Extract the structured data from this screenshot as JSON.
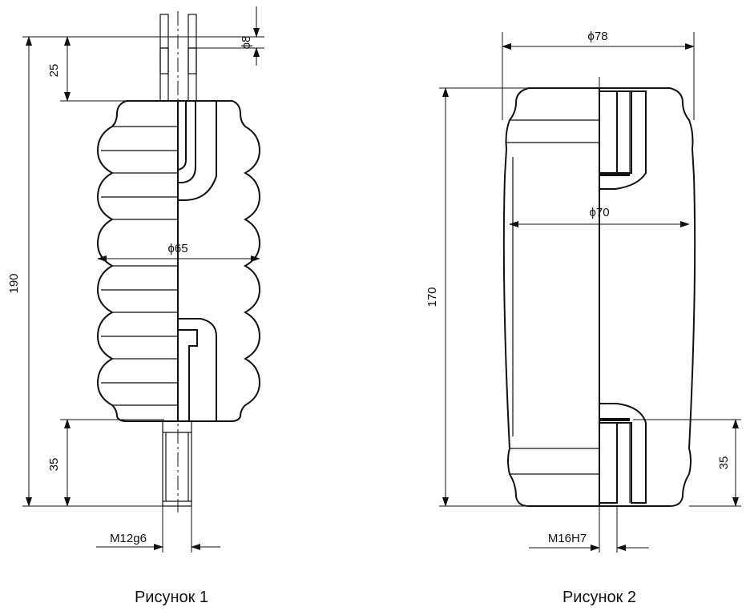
{
  "figure1": {
    "caption": "Рисунок 1",
    "dims": {
      "d8": "ϕ8",
      "h25": "25",
      "h190": "190",
      "d65": "ϕ65",
      "h35": "35",
      "thread": "M12g6"
    }
  },
  "figure2": {
    "caption": "Рисунок 2",
    "dims": {
      "d78": "ϕ78",
      "d70": "ϕ70",
      "h170": "170",
      "h35": "35",
      "thread": "M16H7"
    }
  }
}
